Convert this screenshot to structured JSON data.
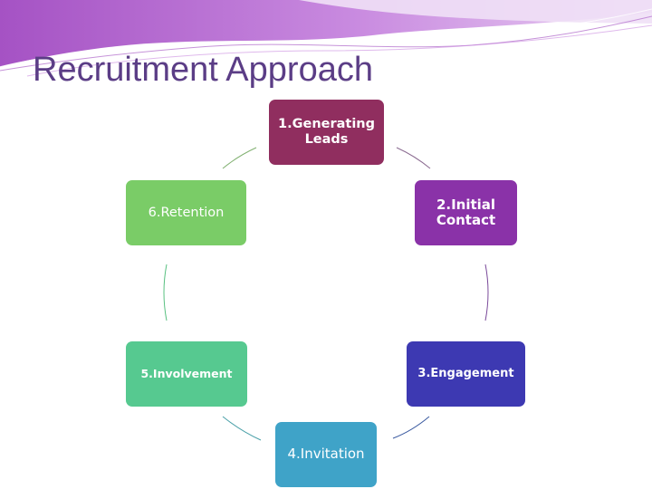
{
  "slide": {
    "title": "Recruitment Approach"
  },
  "cycle": {
    "steps": [
      {
        "label": "1.Generating Leads",
        "color": "#902e5f"
      },
      {
        "label": "2.Initial Contact",
        "color": "#8a32a8"
      },
      {
        "label": "3.Engagement",
        "color": "#3d39b2"
      },
      {
        "label": "4.Invitation",
        "color": "#3fa3c8"
      },
      {
        "label": "5.Involvement",
        "color": "#56c990"
      },
      {
        "label": "6.Retention",
        "color": "#7acc67"
      }
    ]
  },
  "colors": {
    "title": "#5b3d86",
    "header_wave_dark": "#a552c4",
    "header_wave_light": "#d7a8e8"
  }
}
